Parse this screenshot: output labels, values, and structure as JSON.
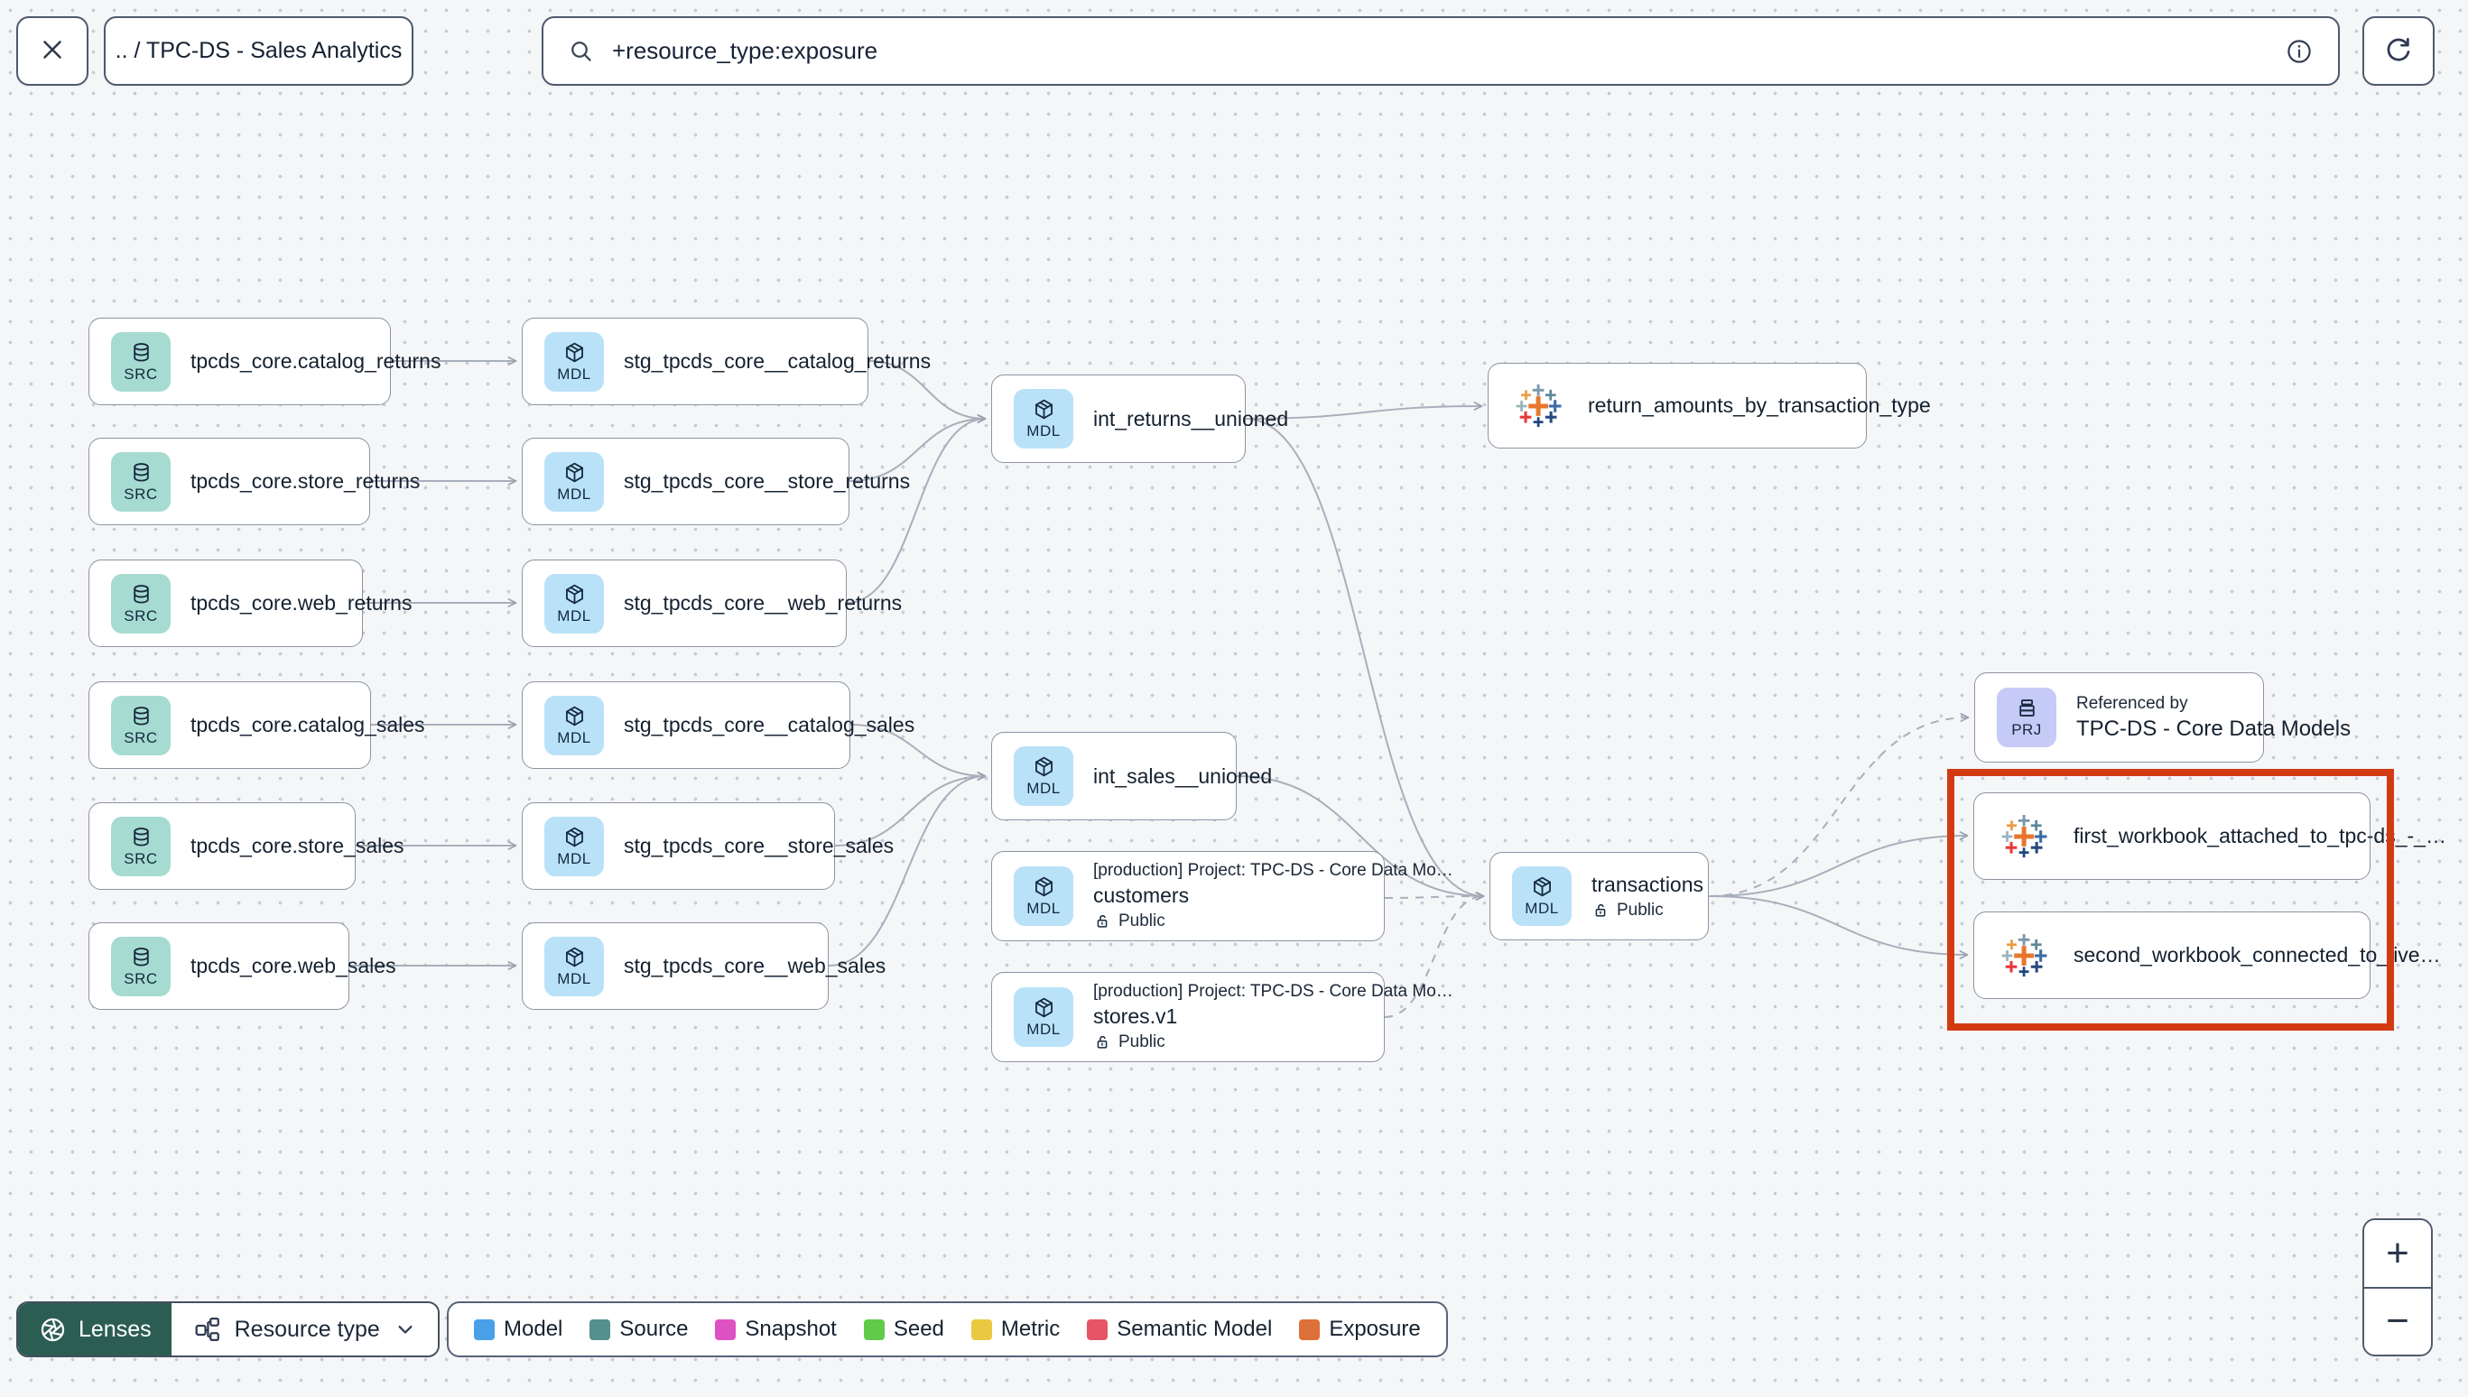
{
  "header": {
    "breadcrumb": ".. / TPC-DS - Sales Analytics",
    "search_value": "+resource_type:exposure"
  },
  "footer": {
    "lenses_label": "Lenses",
    "resource_type_label": "Resource type",
    "zoom_in_label": "+",
    "zoom_out_label": "−"
  },
  "legend": {
    "items": [
      {
        "label": "Model",
        "color": "#4AA0E8"
      },
      {
        "label": "Source",
        "color": "#55908E"
      },
      {
        "label": "Snapshot",
        "color": "#DD52C2"
      },
      {
        "label": "Seed",
        "color": "#61CB49"
      },
      {
        "label": "Metric",
        "color": "#EAC842"
      },
      {
        "label": "Semantic Model",
        "color": "#E55567"
      },
      {
        "label": "Exposure",
        "color": "#DE7039"
      }
    ]
  },
  "colors": {
    "highlight_box": "#D23B12",
    "edge": "#A8AFBB",
    "source_icon_bg": "#A6DBD2",
    "model_icon_bg": "#B9E2F8",
    "project_icon_bg": "#C6CAF6"
  },
  "nodes": [
    {
      "id": "src-catalog-returns",
      "kind": "source",
      "badge": "SRC",
      "icon": "database-icon",
      "label": "tpcds_core.catalog_returns"
    },
    {
      "id": "src-store-returns",
      "kind": "source",
      "badge": "SRC",
      "icon": "database-icon",
      "label": "tpcds_core.store_returns"
    },
    {
      "id": "src-web-returns",
      "kind": "source",
      "badge": "SRC",
      "icon": "database-icon",
      "label": "tpcds_core.web_returns"
    },
    {
      "id": "src-catalog-sales",
      "kind": "source",
      "badge": "SRC",
      "icon": "database-icon",
      "label": "tpcds_core.catalog_sales"
    },
    {
      "id": "src-store-sales",
      "kind": "source",
      "badge": "SRC",
      "icon": "database-icon",
      "label": "tpcds_core.store_sales"
    },
    {
      "id": "src-web-sales",
      "kind": "source",
      "badge": "SRC",
      "icon": "database-icon",
      "label": "tpcds_core.web_sales"
    },
    {
      "id": "stg-catalog-returns",
      "kind": "model",
      "badge": "MDL",
      "icon": "cube-icon",
      "label": "stg_tpcds_core__catalog_returns"
    },
    {
      "id": "stg-store-returns",
      "kind": "model",
      "badge": "MDL",
      "icon": "cube-icon",
      "label": "stg_tpcds_core__store_returns"
    },
    {
      "id": "stg-web-returns",
      "kind": "model",
      "badge": "MDL",
      "icon": "cube-icon",
      "label": "stg_tpcds_core__web_returns"
    },
    {
      "id": "stg-catalog-sales",
      "kind": "model",
      "badge": "MDL",
      "icon": "cube-icon",
      "label": "stg_tpcds_core__catalog_sales"
    },
    {
      "id": "stg-store-sales",
      "kind": "model",
      "badge": "MDL",
      "icon": "cube-icon",
      "label": "stg_tpcds_core__store_sales"
    },
    {
      "id": "stg-web-sales",
      "kind": "model",
      "badge": "MDL",
      "icon": "cube-icon",
      "label": "stg_tpcds_core__web_sales"
    },
    {
      "id": "int-returns-unioned",
      "kind": "model",
      "badge": "MDL",
      "icon": "cube-icon",
      "label": "int_returns__unioned"
    },
    {
      "id": "int-sales-unioned",
      "kind": "model",
      "badge": "MDL",
      "icon": "cube-icon",
      "label": "int_sales__unioned"
    },
    {
      "id": "customers",
      "kind": "model",
      "badge": "MDL",
      "icon": "cube-icon",
      "header": "[production] Project: TPC-DS - Core Data Mo…",
      "label": "customers",
      "access": "Public"
    },
    {
      "id": "stores-v1",
      "kind": "model",
      "badge": "MDL",
      "icon": "cube-icon",
      "header": "[production] Project: TPC-DS - Core Data Mo…",
      "label": "stores.v1",
      "access": "Public"
    },
    {
      "id": "transactions",
      "kind": "model",
      "badge": "MDL",
      "icon": "cube-icon",
      "label": "transactions",
      "access": "Public"
    },
    {
      "id": "exposure-return-amounts",
      "kind": "exposure",
      "icon": "tableau-icon",
      "label": "return_amounts_by_transaction_type"
    },
    {
      "id": "referenced-by-project",
      "kind": "project",
      "badge": "PRJ",
      "icon": "project-icon",
      "header": "Referenced by",
      "label": "TPC-DS - Core Data Models"
    },
    {
      "id": "exposure-first-workbook",
      "kind": "exposure",
      "icon": "tableau-icon",
      "label": "first_workbook_attached_to_tpc-ds_-_…"
    },
    {
      "id": "exposure-second-workbook",
      "kind": "exposure",
      "icon": "tableau-icon",
      "label": "second_workbook_connected_to_live…"
    }
  ]
}
